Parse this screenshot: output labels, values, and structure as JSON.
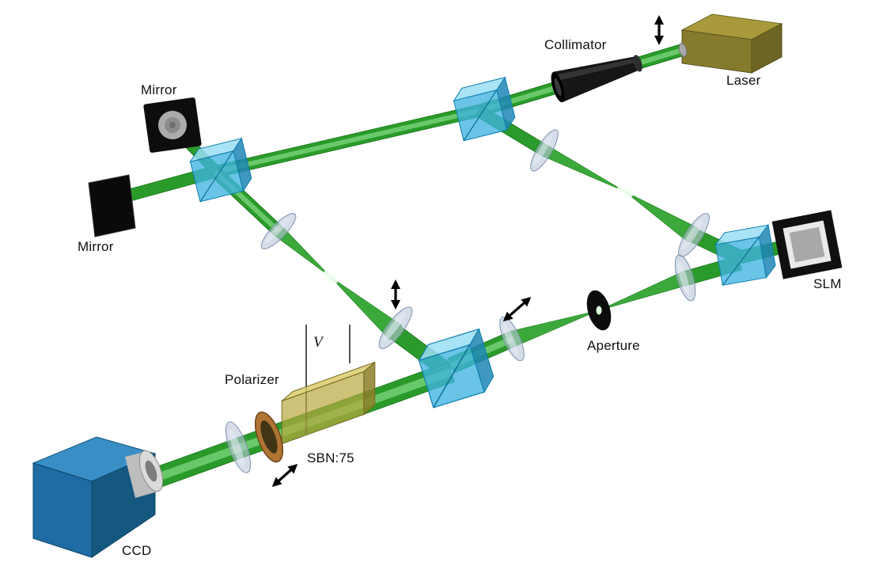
{
  "figure": {
    "background": "#ffffff",
    "labels": {
      "laser": "Laser",
      "collimator": "Collimator",
      "mirror_top": "Mirror",
      "mirror_left": "Mirror",
      "slm": "SLM",
      "aperture": "Aperture",
      "polarizer": "Polarizer",
      "crystal": "SBN:75",
      "voltage": "V",
      "ccd": "CCD"
    },
    "colors": {
      "beam_green": "#2a9b2a",
      "beam_highlight": "#74d074",
      "beamsplitter_blue": "#3fb3e0",
      "laser_body_olive": "#8a7d2c",
      "crystal_olive": "#b8a83e",
      "ccd_blue": "#1e6ca3",
      "polarizer_bronze": "#b07433",
      "lens_gray_blue": "#b9c7da"
    }
  }
}
